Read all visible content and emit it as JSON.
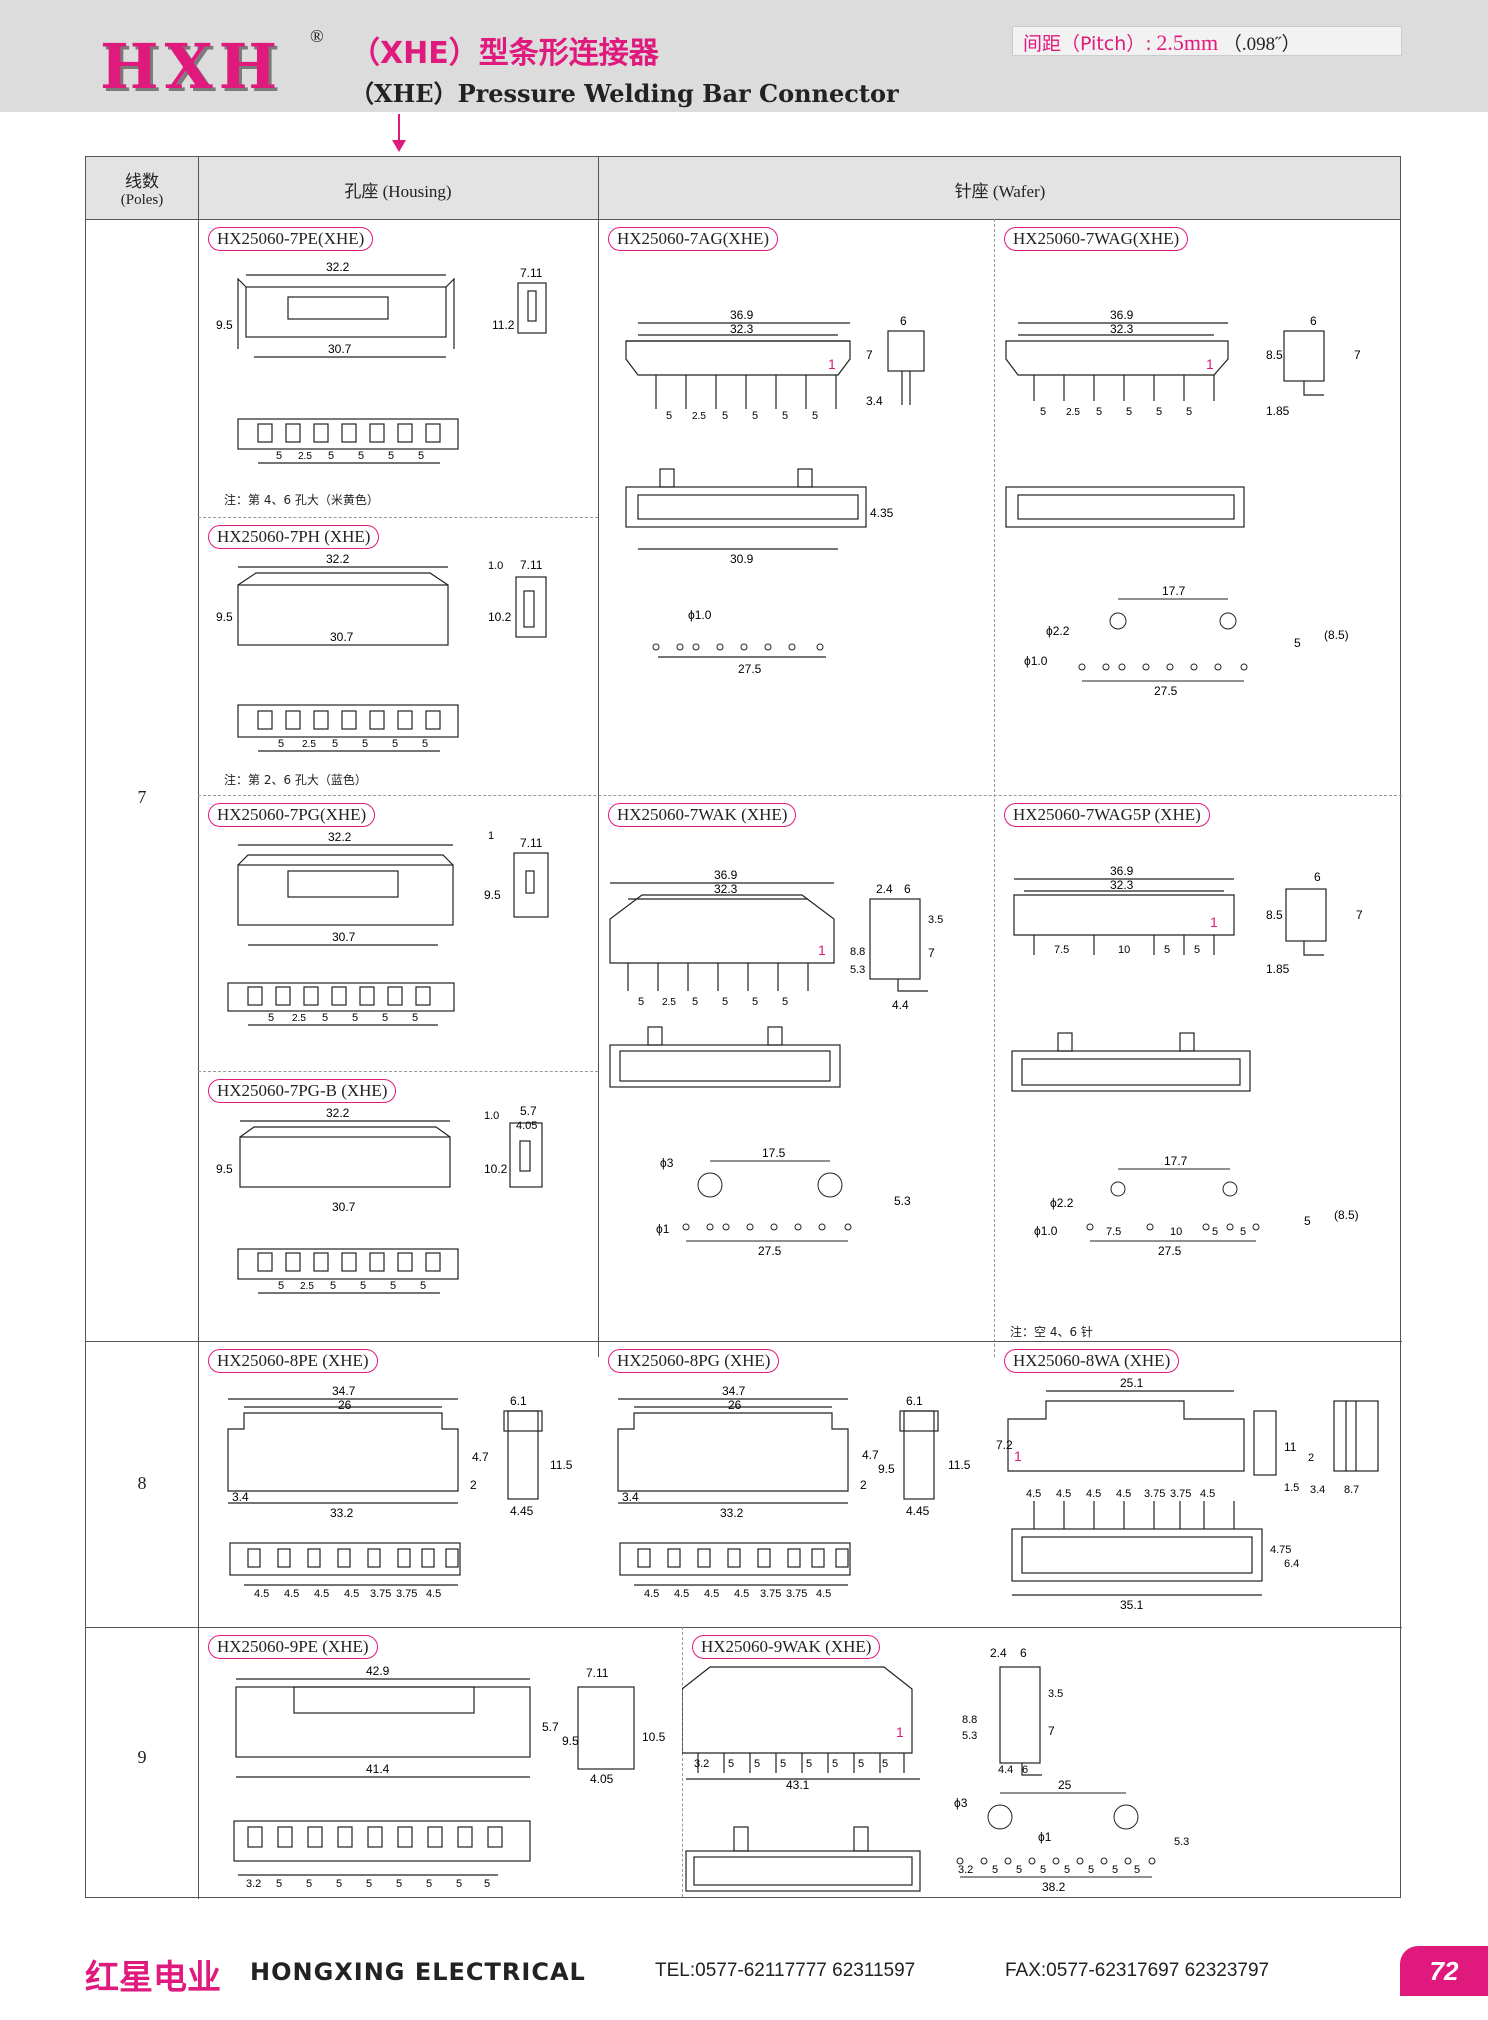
{
  "header": {
    "logo": "HXH",
    "registered": "®",
    "title_cn": "（XHE）型条形连接器",
    "title_en": "（XHE）Pressure Welding Bar Connector",
    "pitch_label": "间距（Pitch）:",
    "pitch_value": "2.5mm",
    "pitch_inch": "（.098˝）"
  },
  "table": {
    "head_poles_cn": "线数",
    "head_poles_en": "(Poles)",
    "head_housing": "孔座 (Housing)",
    "head_wafer": "针座 (Wafer)",
    "rows": [
      {
        "poles": "7"
      },
      {
        "poles": "8"
      },
      {
        "poles": "9"
      }
    ]
  },
  "parts": {
    "p7pe": "HX25060-7PE(XHE)",
    "p7ag": "HX25060-7AG(XHE)",
    "p7wag": "HX25060-7WAG(XHE)",
    "p7ph": "HX25060-7PH (XHE)",
    "p7pg": "HX25060-7PG(XHE)",
    "p7wak": "HX25060-7WAK (XHE)",
    "p7wag5p": "HX25060-7WAG5P (XHE)",
    "p7pgb": "HX25060-7PG-B (XHE)",
    "p8pe": "HX25060-8PE (XHE)",
    "p8pg": "HX25060-8PG (XHE)",
    "p8wa": "HX25060-8WA (XHE)",
    "p9pe": "HX25060-9PE (XHE)",
    "p9wak": "HX25060-9WAK (XHE)"
  },
  "notes": {
    "n7pe": "注：第 4、6 孔大（米黄色）",
    "n7ph": "注：第 2、6 孔大（蓝色）",
    "n7wag5p": "注：空 4、6 针"
  },
  "dims": {
    "d32_2": "32.2",
    "d7_11": "7.11",
    "d30_7": "30.7",
    "d9_5": "9.5",
    "d11_2": "11.2",
    "d10_2": "10.2",
    "d1": "1",
    "d1_0": "1.0",
    "d5": "5",
    "d2_5": "2.5",
    "d36_9": "36.9",
    "d32_3": "32.3",
    "d6": "6",
    "d7": "7",
    "d3_4": "3.4",
    "d4_35": "4.35",
    "d30_9": "30.9",
    "phi1_0": "ϕ1.0",
    "d27_5": "27.5",
    "d17_7": "17.7",
    "phi2_2": "ϕ2.2",
    "d8_5p": "(8.5)",
    "d8_5": "8.5",
    "d1_85": "1.85",
    "d2_4": "2.4",
    "d3_5": "3.5",
    "d8_8": "8.8",
    "d5_3": "5.3",
    "d4_4": "4.4",
    "d7_5": "7.5",
    "d10": "10",
    "d5_7": "5.7",
    "d4_05": "4.05",
    "phi3": "ϕ3",
    "d17_5": "17.5",
    "phi1": "ϕ1",
    "d34_7": "34.7",
    "d26": "26",
    "d6_1": "6.1",
    "d4_7": "4.7",
    "d11_5": "11.5",
    "d2": "2",
    "d33_2": "33.2",
    "d4_45": "4.45",
    "d4_5": "4.5",
    "d3_75": "3.75",
    "d25_1": "25.1",
    "d7_2": "7.2",
    "d11": "11",
    "d1_5": "1.5",
    "d8_7": "8.7",
    "d4_75": "4.75",
    "d6_4": "6.4",
    "d35_1": "35.1",
    "d42_9": "42.9",
    "d41_4": "41.4",
    "d10_5": "10.5",
    "d3_2": "3.2",
    "d43_1": "43.1",
    "d25": "25",
    "d38_2": "38.2",
    "pin1": "1"
  },
  "footer": {
    "brand_cn": "红星电业",
    "brand_en": "HONGXING ELECTRICAL",
    "tel": "TEL:0577-62117777   62311597",
    "fax": "FAX:0577-62317697   62323797",
    "page": "72"
  },
  "colors": {
    "accent": "#e0197d",
    "header_bg": "#dcdcdc"
  }
}
